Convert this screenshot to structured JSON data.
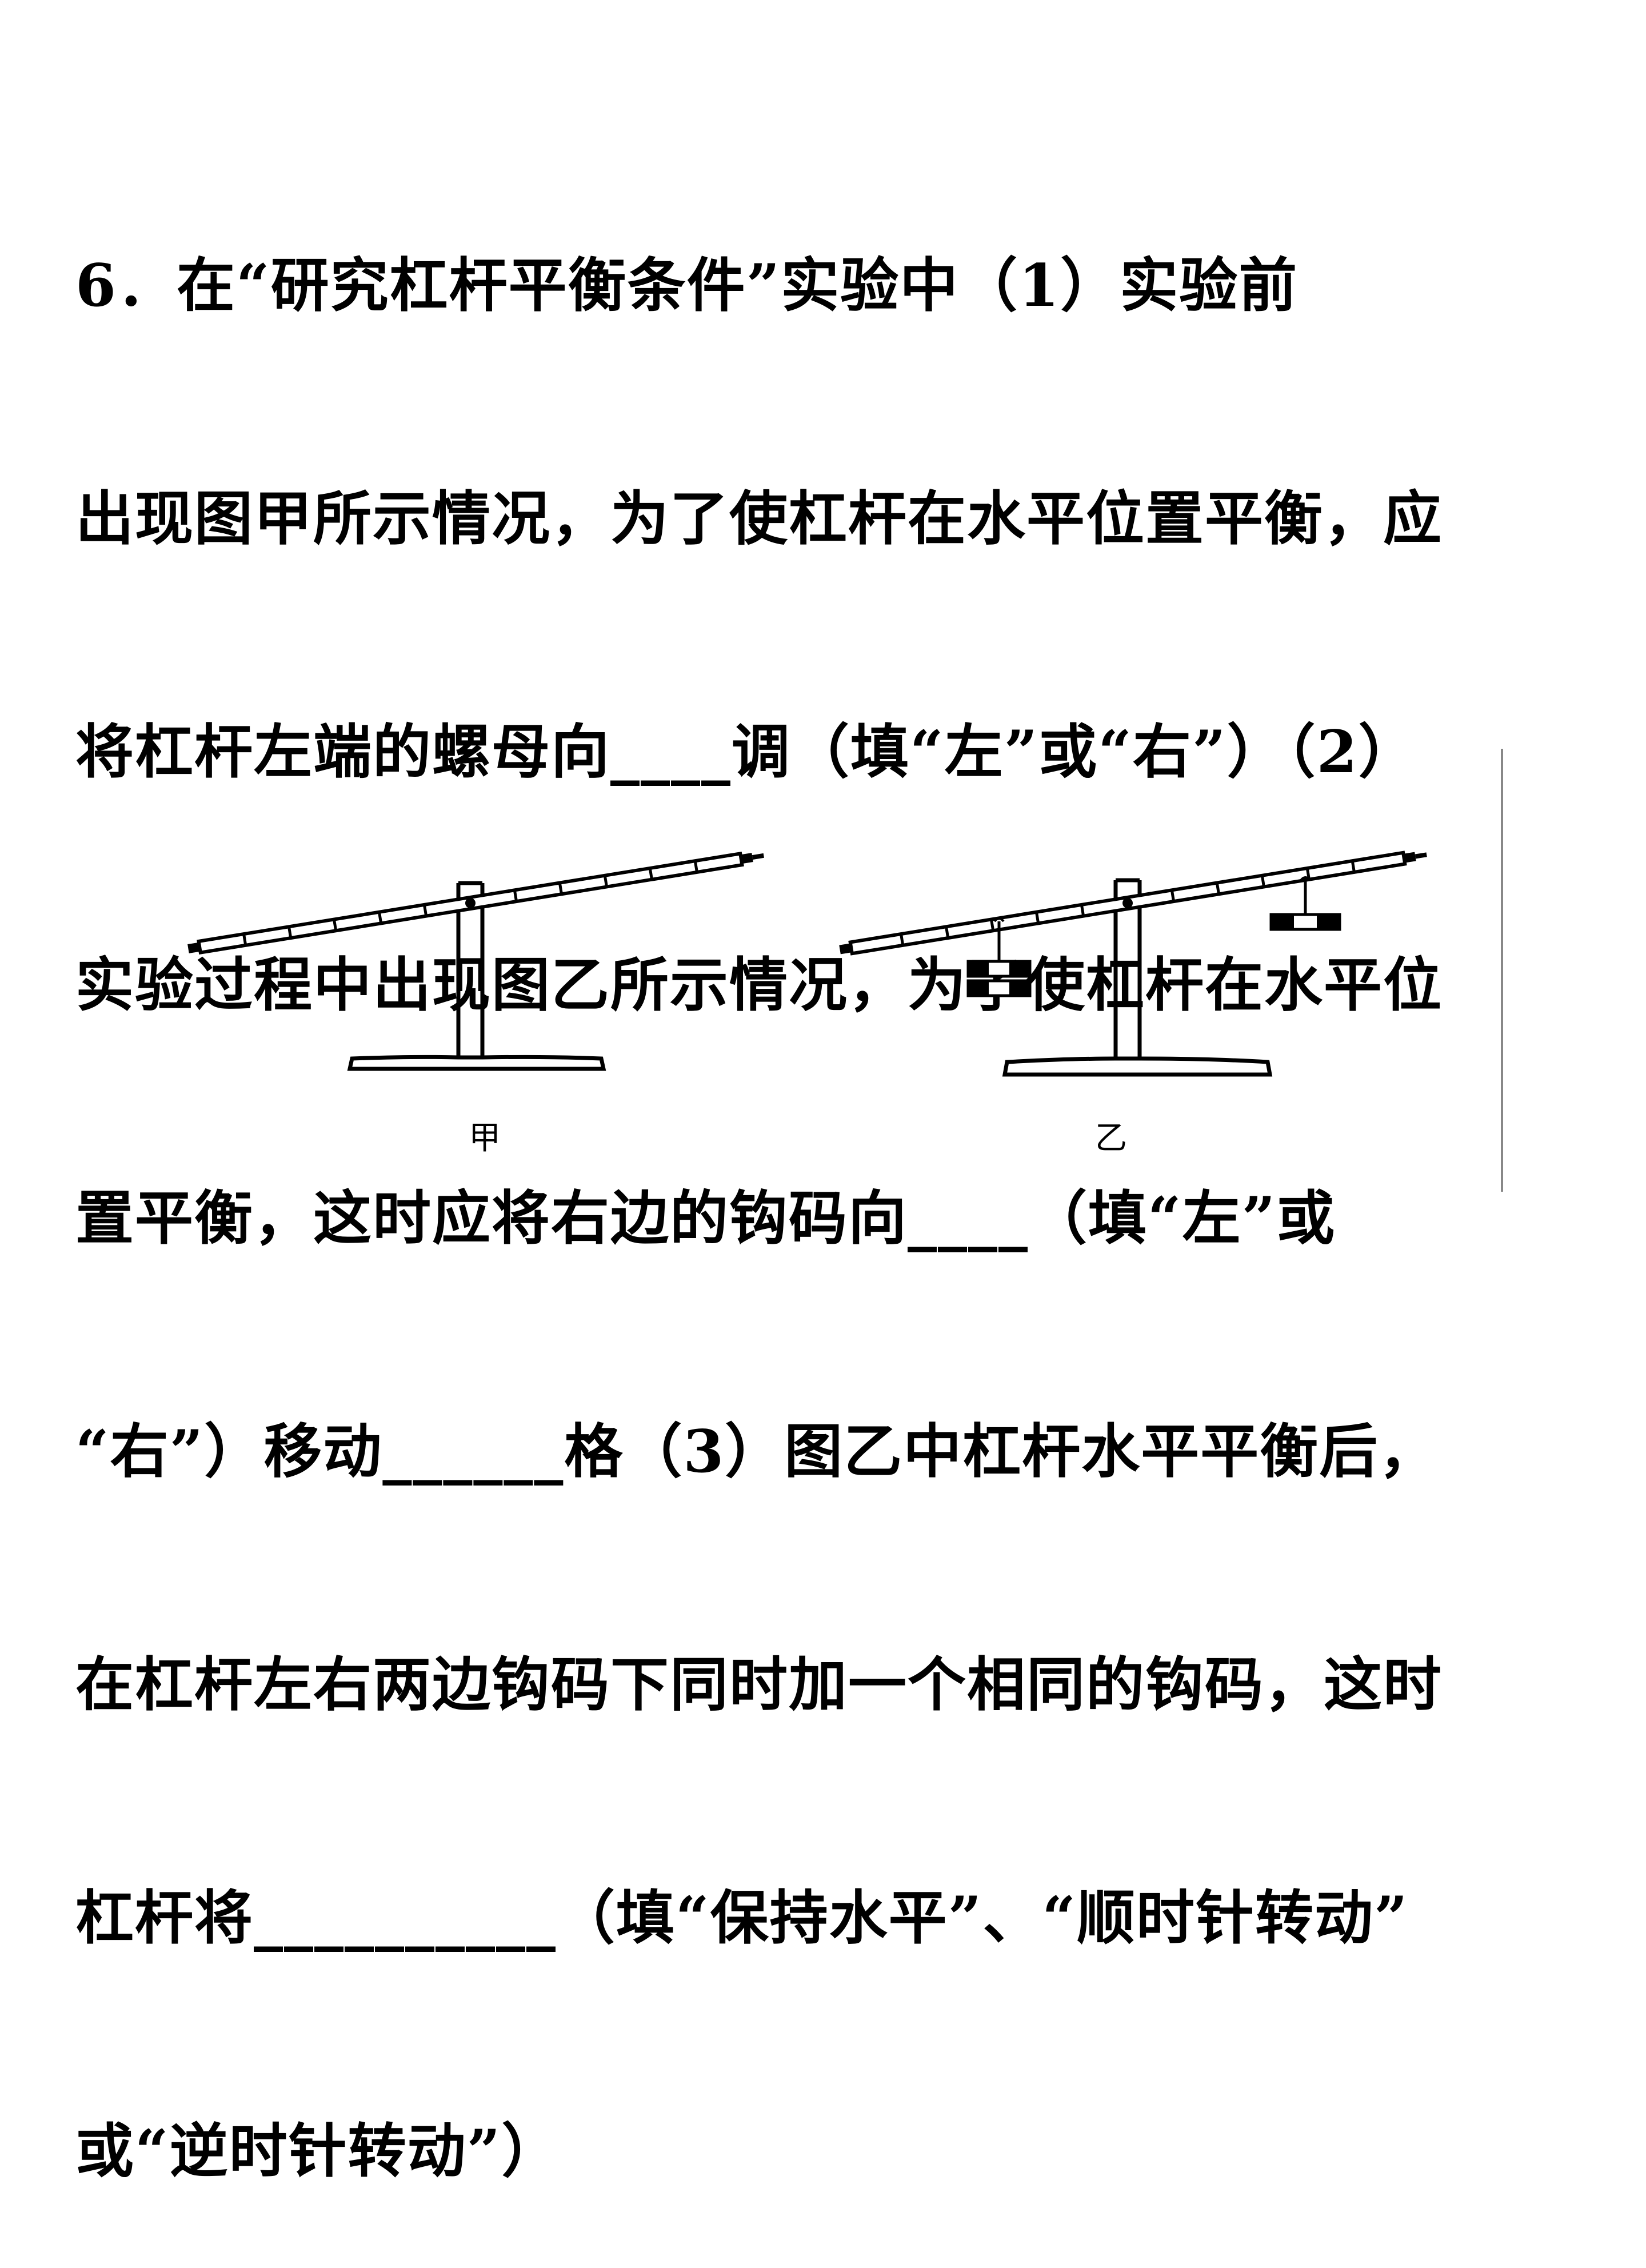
{
  "question": {
    "lines": [
      "    6．在“研究杠杆平衡条件”实验中（1）实验前",
      "出现图甲所示情况，为了使杠杆在水平位置平衡，应",
      "将杠杆左端的螺母向____调（填“左”或“右”）（2）",
      "实验过程中出现图乙所示情况，为了使杠杆在水平位",
      "置平衡，这时应将右边的钩码向____（填“左”或",
      "“右”）移动______格（3）图乙中杠杆水平平衡后，",
      "在杠杆左右两边钩码下同时加一个相同的钩码，这时",
      "杠杆将__________（填“保持水平”、“顺时针转动”",
      "或“逆时针转动”）"
    ]
  },
  "figures": {
    "left_caption": "甲",
    "right_caption": "乙"
  }
}
